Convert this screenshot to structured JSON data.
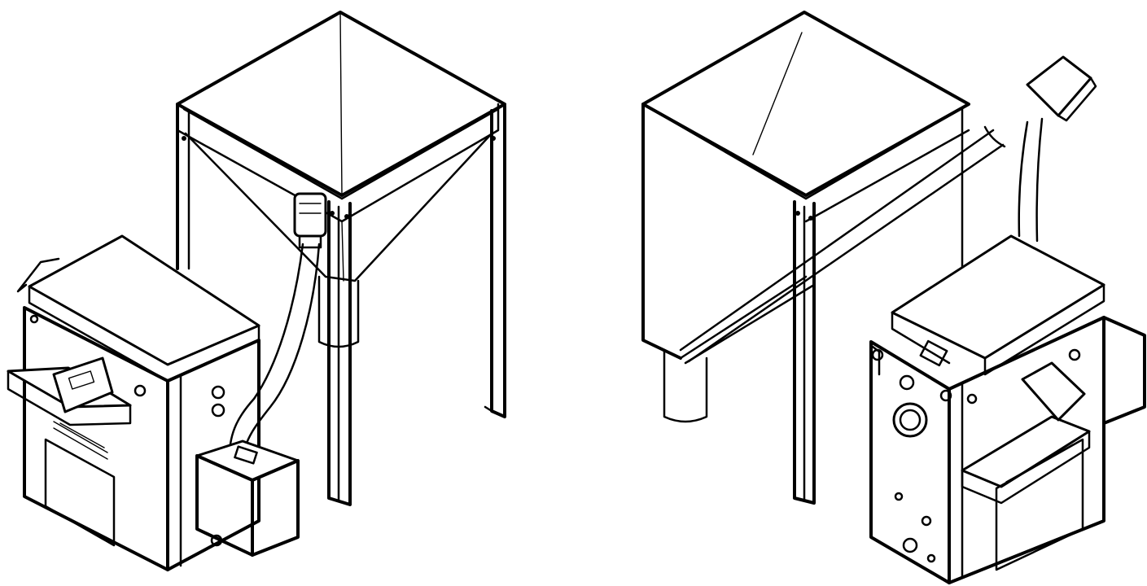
{
  "figure": {
    "views": [
      {
        "id": "left-view",
        "name": "boiler-with-hopper-flexible-feed"
      },
      {
        "id": "right-view",
        "name": "boiler-with-hopper-auger-feed"
      }
    ],
    "colors": {
      "ink": "#000000",
      "paper": "#ffffff"
    }
  }
}
